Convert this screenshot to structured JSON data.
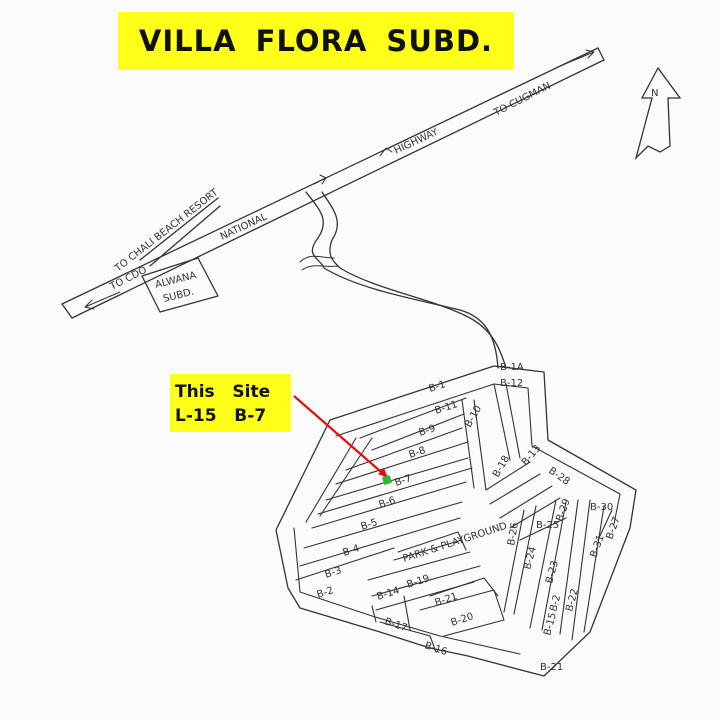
{
  "title": "VILLA FLORA SUBD.",
  "site_callout": {
    "line1": "This   Site",
    "line2": "L-15   B-7"
  },
  "roads": {
    "highway_label": "HIGHWAY",
    "national_label": "NATIONAL",
    "to_cugman": "TO CUGMAN",
    "to_cdo": "TO CDO",
    "to_chali": "TO CHALI BEACH RESORT"
  },
  "landmarks": {
    "alwana_line1": "ALWANA",
    "alwana_line2": "SUBD."
  },
  "north_label": "N",
  "park_label": "PARK & PLAYGROUND",
  "block_labels": {
    "b1": "B-1",
    "b1a": "B-1A",
    "b2": "B-2",
    "b3": "B-3",
    "b4": "B-4",
    "b5": "B-5",
    "b6": "B-6",
    "b7": "B-7",
    "b8": "B-8",
    "b9": "B-9",
    "b10": "B-10",
    "b11": "B-11",
    "b12": "B-12",
    "b13": "B-13",
    "b14": "B-14",
    "b15": "B-15",
    "b16": "B-16",
    "b17": "B-17",
    "b18": "B-18",
    "b19": "B-19",
    "b20": "B-20",
    "b21": "B-21",
    "b22": "B-22",
    "b23": "B-23",
    "b24": "B-24",
    "b25": "B-25",
    "b26": "B-26",
    "b27": "B-27",
    "b28": "B-28",
    "b29": "B-29",
    "b30": "B-30",
    "b31": "B-31",
    "b2b": "B-2",
    "b21b": "B-21"
  },
  "colors": {
    "banner": "#ffff1a",
    "arrow": "#e01010",
    "site_marker": "#2eb82e",
    "ink": "#333333"
  }
}
